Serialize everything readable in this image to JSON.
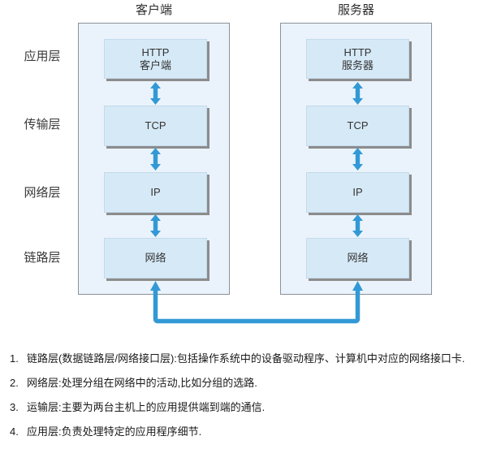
{
  "diagram": {
    "columns": [
      {
        "title": "客户端",
        "boxes": [
          {
            "line1": "HTTP",
            "line2": "客户端"
          },
          {
            "line1": "TCP",
            "line2": ""
          },
          {
            "line1": "IP",
            "line2": ""
          },
          {
            "line1": "网络",
            "line2": ""
          }
        ]
      },
      {
        "title": "服务器",
        "boxes": [
          {
            "line1": "HTTP",
            "line2": "服务器"
          },
          {
            "line1": "TCP",
            "line2": ""
          },
          {
            "line1": "IP",
            "line2": ""
          },
          {
            "line1": "网络",
            "line2": ""
          }
        ]
      }
    ],
    "layer_labels": [
      "应用层",
      "传输层",
      "网络层",
      "链路层"
    ]
  },
  "notes": [
    {
      "num": "1.",
      "text": "链路层(数据链路层/网络接口层):包括操作系统中的设备驱动程序、计算机中对应的网络接口卡."
    },
    {
      "num": "2.",
      "text": "网络层:处理分组在网络中的活动,比如分组的选路."
    },
    {
      "num": "3.",
      "text": "运输层:主要为两台主机上的应用提供端到端的通信."
    },
    {
      "num": "4.",
      "text": "应用层:负责处理特定的应用程序细节."
    }
  ],
  "colors": {
    "panel_fill": "#eaf3fb",
    "box_fill": "#d6e9f7",
    "border_gray": "#8b9197",
    "shadow_gray": "#8c8c8c",
    "arrow_blue": "#3399d6"
  }
}
